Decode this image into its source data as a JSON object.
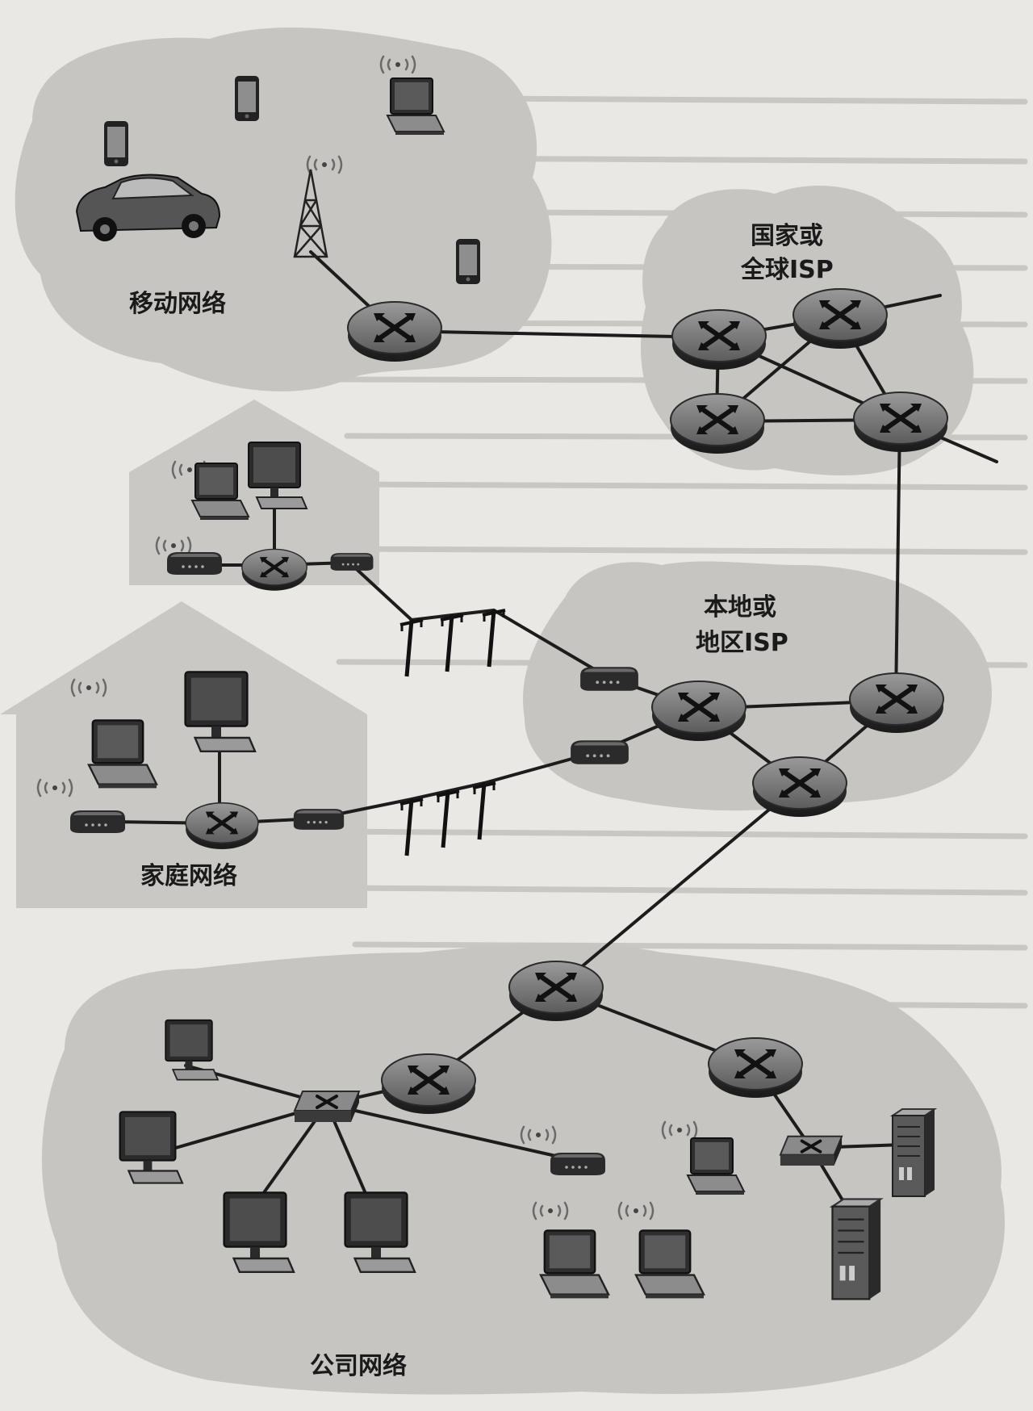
{
  "regions": {
    "mobile": "移动网络",
    "global_isp_line1": "国家或",
    "global_isp_line2": "全球ISP",
    "local_isp_line1": "本地或",
    "local_isp_line2": "地区ISP",
    "home": "家庭网络",
    "enterprise": "公司网络"
  },
  "icons": [
    "router-icon",
    "switch-icon",
    "modem-icon",
    "laptop-icon",
    "desktop-icon",
    "phone-icon",
    "car-icon",
    "cell-tower-icon",
    "server-icon",
    "utility-pole-icon",
    "wifi-waves-icon"
  ],
  "colors": {
    "background": "#e9e8e4",
    "region": "#c6c5c1",
    "router": "#6e6e6e",
    "link": "#1c1c1c"
  }
}
